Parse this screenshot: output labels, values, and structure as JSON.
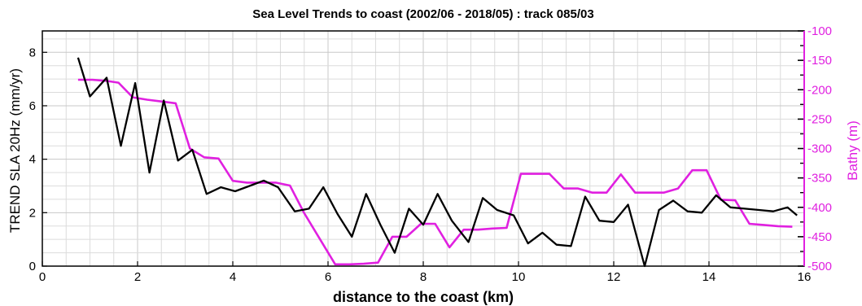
{
  "chart_data": {
    "type": "line",
    "title": "Sea Level Trends to coast (2002/06 - 2018/05) : track 085/03",
    "xlabel": "distance to the coast (km)",
    "ylabel": "TREND SLA 20Hz (mm/yr)",
    "y2label": "Bathy (m)",
    "xlim": [
      0,
      16
    ],
    "ylim": [
      0,
      8.8
    ],
    "y2lim": [
      -500,
      -100
    ],
    "xticks": [
      0,
      2,
      4,
      6,
      8,
      10,
      12,
      14,
      16
    ],
    "yticks": [
      0,
      2,
      4,
      6,
      8
    ],
    "y2ticks": [
      -500,
      -450,
      -400,
      -350,
      -300,
      -250,
      -200,
      -150,
      -100
    ],
    "grid": true,
    "colors": {
      "trend": "#000000",
      "bathy": "#e020e0"
    },
    "series": [
      {
        "axis": "left",
        "x": [
          0.75,
          1.0,
          1.35,
          1.65,
          1.95,
          2.25,
          2.55,
          2.85,
          3.15,
          3.45,
          3.75,
          4.05,
          4.35,
          4.65,
          4.95,
          5.3,
          5.6,
          5.9,
          6.2,
          6.5,
          6.8,
          7.1,
          7.4,
          7.7,
          8.0,
          8.3,
          8.6,
          8.95,
          9.25,
          9.55,
          9.9,
          10.2,
          10.5,
          10.8,
          11.1,
          11.4,
          11.7,
          12.0,
          12.3,
          12.65,
          12.95,
          13.25,
          13.55,
          13.85,
          14.15,
          14.45,
          14.75,
          15.05,
          15.35,
          15.65,
          15.85
        ],
        "values": [
          7.8,
          6.35,
          7.05,
          4.5,
          6.85,
          3.5,
          6.2,
          3.95,
          4.35,
          2.7,
          2.95,
          2.8,
          3.0,
          3.2,
          2.95,
          2.05,
          2.15,
          2.95,
          1.95,
          1.1,
          2.7,
          1.55,
          0.5,
          2.15,
          1.55,
          2.7,
          1.7,
          0.9,
          2.55,
          2.1,
          1.9,
          0.85,
          1.25,
          0.8,
          0.75,
          2.6,
          1.7,
          1.65,
          2.3,
          0.0,
          2.1,
          2.45,
          2.05,
          2.0,
          2.65,
          2.2,
          2.15,
          2.1,
          2.05,
          2.2,
          1.9
        ]
      },
      {
        "axis": "right",
        "x": [
          0.75,
          1.05,
          1.35,
          1.6,
          1.9,
          2.2,
          2.5,
          2.8,
          3.1,
          3.4,
          3.7,
          4.0,
          4.3,
          4.6,
          4.9,
          5.2,
          5.5,
          5.8,
          6.15,
          6.45,
          6.75,
          7.05,
          7.35,
          7.65,
          7.95,
          8.25,
          8.55,
          8.85,
          9.15,
          9.45,
          9.75,
          10.05,
          10.35,
          10.65,
          10.95,
          11.25,
          11.55,
          11.85,
          12.15,
          12.45,
          12.75,
          13.05,
          13.35,
          13.65,
          13.95,
          14.25,
          14.55,
          14.85,
          15.15,
          15.45,
          15.75
        ],
        "values": [
          -183,
          -183,
          -185,
          -188,
          -213,
          -217,
          -220,
          -223,
          -300,
          -315,
          -317,
          -355,
          -358,
          -358,
          -358,
          -363,
          -410,
          -450,
          -497,
          -497,
          -496,
          -494,
          -450,
          -450,
          -428,
          -428,
          -468,
          -438,
          -438,
          -436,
          -435,
          -343,
          -343,
          -343,
          -368,
          -368,
          -375,
          -375,
          -344,
          -375,
          -375,
          -375,
          -368,
          -337,
          -337,
          -387,
          -388,
          -428,
          -430,
          -432,
          -433
        ]
      }
    ]
  }
}
